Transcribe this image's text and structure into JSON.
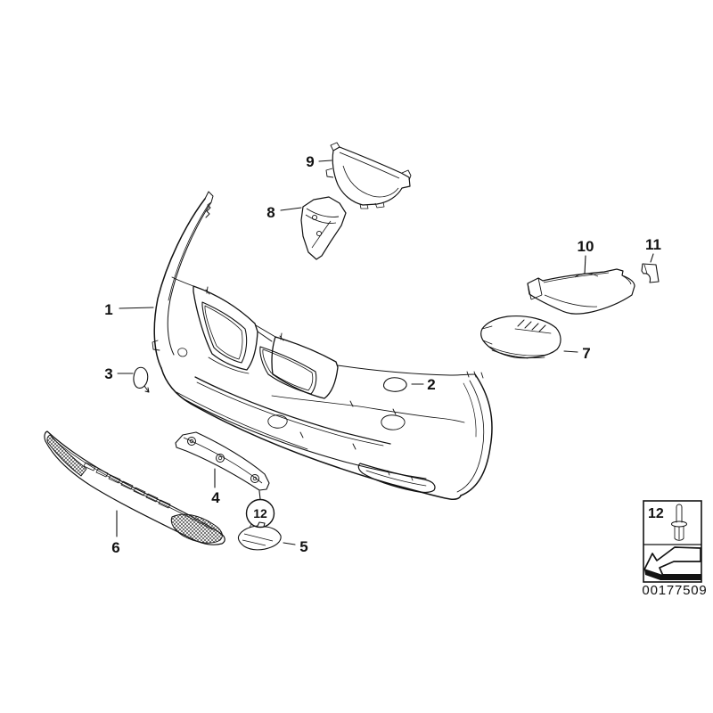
{
  "diagram": {
    "type": "exploded-parts-diagram",
    "subject": "Front bumper trim mounting parts",
    "background_color": "#ffffff",
    "line_color": "#131313",
    "callouts": {
      "c1": "1",
      "c2": "2",
      "c3": "3",
      "c4": "4",
      "c5": "5",
      "c6": "6",
      "c7": "7",
      "c8": "8",
      "c9": "9",
      "c10": "10",
      "c11": "11",
      "c12": "12"
    },
    "legend": {
      "item_number": "12",
      "icons": [
        "expansion-rivet-icon",
        "installation-direction-arrow-icon"
      ]
    },
    "document_number": "00177509"
  }
}
